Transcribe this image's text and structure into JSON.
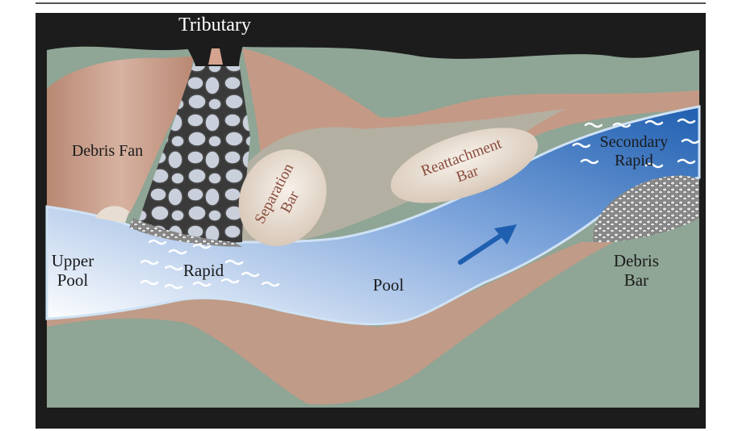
{
  "labels": {
    "tributary": "Tributary",
    "debris_fan": "Debris Fan",
    "separation_bar": [
      "Separation",
      "Bar"
    ],
    "reattachment_bar": [
      "Reattachment",
      "Bar"
    ],
    "secondary_rapid": [
      "Secondary",
      "Rapid"
    ],
    "upper_pool": [
      "Upper",
      "Pool"
    ],
    "rapid": "Rapid",
    "pool": "Pool",
    "debris_bar": [
      "Debris",
      "Bar"
    ]
  },
  "colors": {
    "frame": "#1c1c1c",
    "terrain_green": "#8fa595",
    "debris_tan": "#c49a86",
    "sand_bar": "#e8ddd2",
    "eddy_grey": "#b3b0a2",
    "water_deep": "#1f5fb0",
    "water_light": "#ffffff",
    "bar_text": "#8a4b3c",
    "arrow": "#1f5fb0"
  }
}
